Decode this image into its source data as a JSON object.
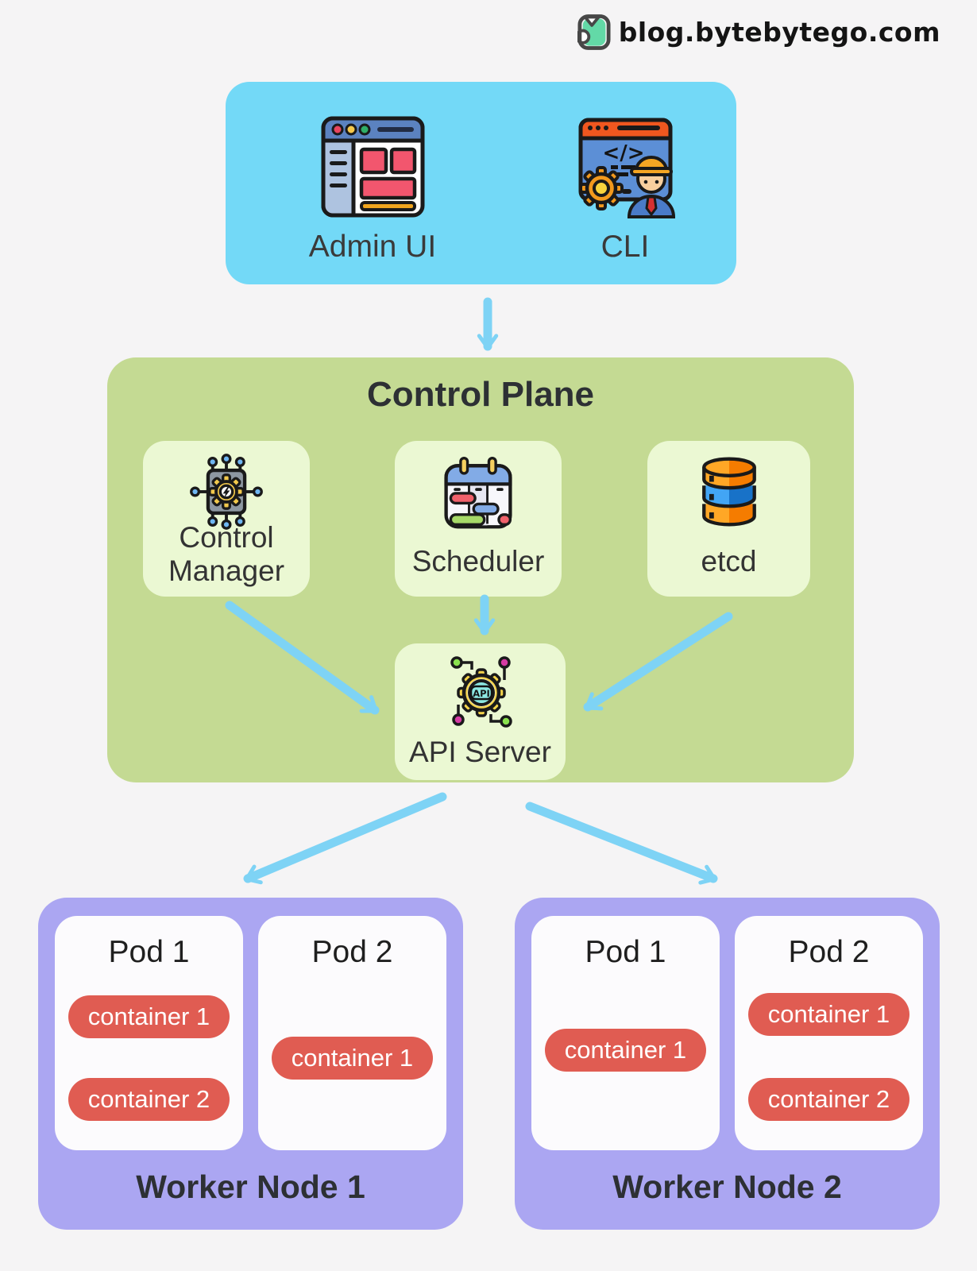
{
  "logo": {
    "site": "blog.bytebytego.com"
  },
  "clients": {
    "items": [
      {
        "label": "Admin UI",
        "icon": "admin-ui-icon"
      },
      {
        "label": "CLI",
        "icon": "cli-icon"
      }
    ]
  },
  "control_plane": {
    "title": "Control Plane",
    "components": [
      {
        "label": "Control Manager",
        "icon": "control-manager-icon"
      },
      {
        "label": "Scheduler",
        "icon": "scheduler-icon"
      },
      {
        "label": "etcd",
        "icon": "etcd-database-icon"
      }
    ],
    "api_server": {
      "label": "API Server",
      "icon": "api-server-icon",
      "icon_text": "API"
    }
  },
  "worker_nodes": [
    {
      "label": "Worker Node 1",
      "pods": [
        {
          "label": "Pod 1",
          "containers": [
            {
              "label": "container 1"
            },
            {
              "label": "container 2"
            }
          ]
        },
        {
          "label": "Pod 2",
          "containers": [
            {
              "label": "container 1"
            }
          ]
        }
      ]
    },
    {
      "label": "Worker Node 2",
      "pods": [
        {
          "label": "Pod 1",
          "containers": [
            {
              "label": "container 1"
            }
          ]
        },
        {
          "label": "Pod 2",
          "containers": [
            {
              "label": "container 1"
            },
            {
              "label": "container 2"
            }
          ]
        }
      ]
    }
  ],
  "colors": {
    "arrow": "#7ed3f5",
    "clients_box": "#73d9f7",
    "control_plane_box": "#c4da93",
    "component_box": "#ebf8d3",
    "worker_node_box": "#aba6f2",
    "pod_box": "#fcfbfd",
    "container_pill": "#e05c52",
    "background": "#f5f4f5"
  }
}
